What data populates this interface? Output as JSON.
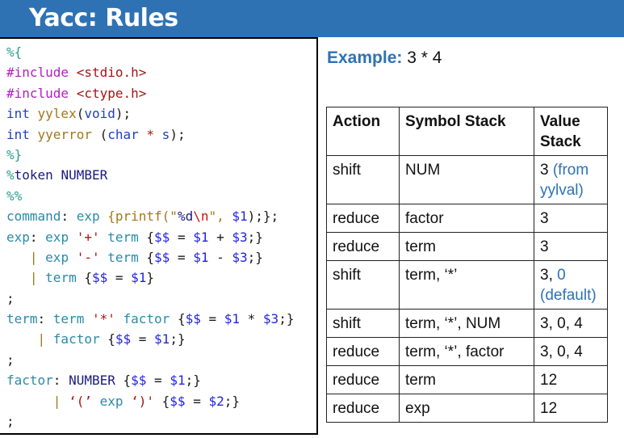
{
  "slide": {
    "title": "Yacc: Rules"
  },
  "code": {
    "lines": [
      [
        {
          "t": "%{",
          "c": "pp"
        }
      ],
      [
        {
          "t": "#include ",
          "c": "inc"
        },
        {
          "t": "<stdio.h>",
          "c": "hdr"
        }
      ],
      [
        {
          "t": "#include ",
          "c": "inc"
        },
        {
          "t": "<ctype.h>",
          "c": "hdr"
        }
      ],
      [
        {
          "t": "int ",
          "c": "kw"
        },
        {
          "t": "yylex",
          "c": "fn"
        },
        {
          "t": "(",
          "c": "punc"
        },
        {
          "t": "void",
          "c": "kw"
        },
        {
          "t": ");",
          "c": "punc"
        }
      ],
      [
        {
          "t": "int ",
          "c": "kw"
        },
        {
          "t": "yyerror ",
          "c": "fn"
        },
        {
          "t": "(",
          "c": "punc"
        },
        {
          "t": "char ",
          "c": "kw"
        },
        {
          "t": "* ",
          "c": "str"
        },
        {
          "t": "s",
          "c": "kw"
        },
        {
          "t": ");",
          "c": "punc"
        }
      ],
      [
        {
          "t": "%}",
          "c": "pp"
        }
      ],
      [
        {
          "t": "%",
          "c": "pct"
        },
        {
          "t": "token NUMBER",
          "c": "tok"
        }
      ],
      [
        {
          "t": "%%",
          "c": "pp"
        }
      ],
      [
        {
          "t": "command",
          "c": "rule"
        },
        {
          "t": ": ",
          "c": "punc"
        },
        {
          "t": "exp ",
          "c": "rule"
        },
        {
          "t": "{",
          "c": "fn"
        },
        {
          "t": "printf",
          "c": "fn"
        },
        {
          "t": "(\"",
          "c": "fn"
        },
        {
          "t": "%d",
          "c": "tok"
        },
        {
          "t": "\\n",
          "c": "esc"
        },
        {
          "t": "\", ",
          "c": "fn"
        },
        {
          "t": "$1",
          "c": "var"
        },
        {
          "t": ");};",
          "c": "punc"
        }
      ],
      [
        {
          "t": "exp",
          "c": "rule"
        },
        {
          "t": ": ",
          "c": "punc"
        },
        {
          "t": "exp ",
          "c": "rule"
        },
        {
          "t": "'+' ",
          "c": "str"
        },
        {
          "t": "term ",
          "c": "rule"
        },
        {
          "t": "{",
          "c": "punc"
        },
        {
          "t": "$$",
          "c": "var"
        },
        {
          "t": " = ",
          "c": "punc"
        },
        {
          "t": "$1",
          "c": "var"
        },
        {
          "t": " + ",
          "c": "punc"
        },
        {
          "t": "$3",
          "c": "var"
        },
        {
          "t": ";}",
          "c": "punc"
        }
      ],
      [
        {
          "t": "   ",
          "c": "punc"
        },
        {
          "t": "| ",
          "c": "bar"
        },
        {
          "t": "exp ",
          "c": "rule"
        },
        {
          "t": "'-' ",
          "c": "str"
        },
        {
          "t": "term ",
          "c": "rule"
        },
        {
          "t": "{",
          "c": "punc"
        },
        {
          "t": "$$",
          "c": "var"
        },
        {
          "t": " = ",
          "c": "punc"
        },
        {
          "t": "$1",
          "c": "var"
        },
        {
          "t": " - ",
          "c": "punc"
        },
        {
          "t": "$3",
          "c": "var"
        },
        {
          "t": ";}",
          "c": "punc"
        }
      ],
      [
        {
          "t": "   ",
          "c": "punc"
        },
        {
          "t": "| ",
          "c": "bar"
        },
        {
          "t": "term ",
          "c": "rule"
        },
        {
          "t": "{",
          "c": "punc"
        },
        {
          "t": "$$",
          "c": "var"
        },
        {
          "t": " = ",
          "c": "punc"
        },
        {
          "t": "$1",
          "c": "var"
        },
        {
          "t": "}",
          "c": "punc"
        }
      ],
      [
        {
          "t": ";",
          "c": "punc"
        }
      ],
      [
        {
          "t": "term",
          "c": "rule"
        },
        {
          "t": ": ",
          "c": "punc"
        },
        {
          "t": "term ",
          "c": "rule"
        },
        {
          "t": "'*' ",
          "c": "str"
        },
        {
          "t": "factor ",
          "c": "rule"
        },
        {
          "t": "{",
          "c": "punc"
        },
        {
          "t": "$$",
          "c": "var"
        },
        {
          "t": " = ",
          "c": "punc"
        },
        {
          "t": "$1",
          "c": "var"
        },
        {
          "t": " * ",
          "c": "punc"
        },
        {
          "t": "$3",
          "c": "var"
        },
        {
          "t": ";}",
          "c": "punc"
        }
      ],
      [
        {
          "t": "    ",
          "c": "punc"
        },
        {
          "t": "| ",
          "c": "bar"
        },
        {
          "t": "factor ",
          "c": "rule"
        },
        {
          "t": "{",
          "c": "punc"
        },
        {
          "t": "$$",
          "c": "var"
        },
        {
          "t": " = ",
          "c": "punc"
        },
        {
          "t": "$1",
          "c": "var"
        },
        {
          "t": ";}",
          "c": "punc"
        }
      ],
      [
        {
          "t": ";",
          "c": "punc"
        }
      ],
      [
        {
          "t": "factor",
          "c": "rule"
        },
        {
          "t": ": ",
          "c": "punc"
        },
        {
          "t": "NUMBER ",
          "c": "tok"
        },
        {
          "t": "{",
          "c": "punc"
        },
        {
          "t": "$$",
          "c": "var"
        },
        {
          "t": " = ",
          "c": "punc"
        },
        {
          "t": "$1",
          "c": "var"
        },
        {
          "t": ";}",
          "c": "punc"
        }
      ],
      [
        {
          "t": "      ",
          "c": "punc"
        },
        {
          "t": "| ",
          "c": "bar"
        },
        {
          "t": "‘(’ ",
          "c": "str"
        },
        {
          "t": "exp ",
          "c": "rule"
        },
        {
          "t": "‘)' ",
          "c": "str"
        },
        {
          "t": "{",
          "c": "punc"
        },
        {
          "t": "$$",
          "c": "var"
        },
        {
          "t": " = ",
          "c": "punc"
        },
        {
          "t": "$2",
          "c": "var"
        },
        {
          "t": ";}",
          "c": "punc"
        }
      ],
      [
        {
          "t": ";",
          "c": "punc"
        }
      ]
    ]
  },
  "example": {
    "label": "Example:",
    "expression": " 3 * 4"
  },
  "table": {
    "headers": [
      "Action",
      "Symbol Stack",
      "Value Stack"
    ],
    "rows": [
      {
        "action": "shift",
        "symbol": "NUM",
        "value": "3",
        "note": " (from yylval)"
      },
      {
        "action": "reduce",
        "symbol": "factor",
        "value": "3",
        "note": ""
      },
      {
        "action": "reduce",
        "symbol": "term",
        "value": "3",
        "note": ""
      },
      {
        "action": "shift",
        "symbol": "term, ‘*’",
        "value": "3, ",
        "note": "0 (default)"
      },
      {
        "action": "shift",
        "symbol": "term, ‘*’, NUM",
        "value": "3, 0, 4",
        "note": ""
      },
      {
        "action": "reduce",
        "symbol": "term, ‘*’, factor",
        "value": "3, 0, 4",
        "note": ""
      },
      {
        "action": "reduce",
        "symbol": "term",
        "value": "12",
        "note": ""
      },
      {
        "action": "reduce",
        "symbol": "exp",
        "value": "12",
        "note": ""
      }
    ]
  }
}
